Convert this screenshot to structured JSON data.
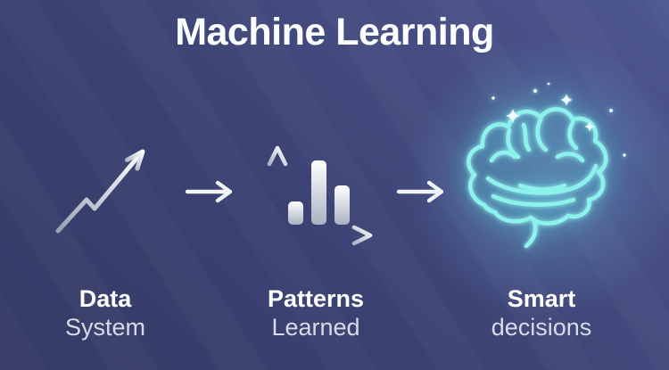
{
  "title": "Machine Learning",
  "steps": [
    {
      "id": "data",
      "icon": "trend-chart-icon",
      "title": "Data",
      "subtitle": "System"
    },
    {
      "id": "patterns",
      "icon": "bar-chart-icon",
      "title": "Patterns",
      "subtitle": "Learned"
    },
    {
      "id": "smart",
      "icon": "glowing-brain-icon",
      "title": "Smart",
      "subtitle": "decisions"
    }
  ],
  "connectors": [
    {
      "icon": "right-arrow-icon"
    },
    {
      "icon": "right-arrow-icon"
    }
  ],
  "theme": {
    "background_light": "#4e5691",
    "background_dark": "#353b66",
    "text_primary": "#ffffff",
    "text_secondary": "#d6dbe7",
    "icon_metal_light": "#ffffff",
    "icon_metal_shade": "#99a1b5",
    "arrow_color": "#f2f4f8",
    "neon_cyan": "#8df2ec",
    "neon_glow": "#59d6dc"
  }
}
